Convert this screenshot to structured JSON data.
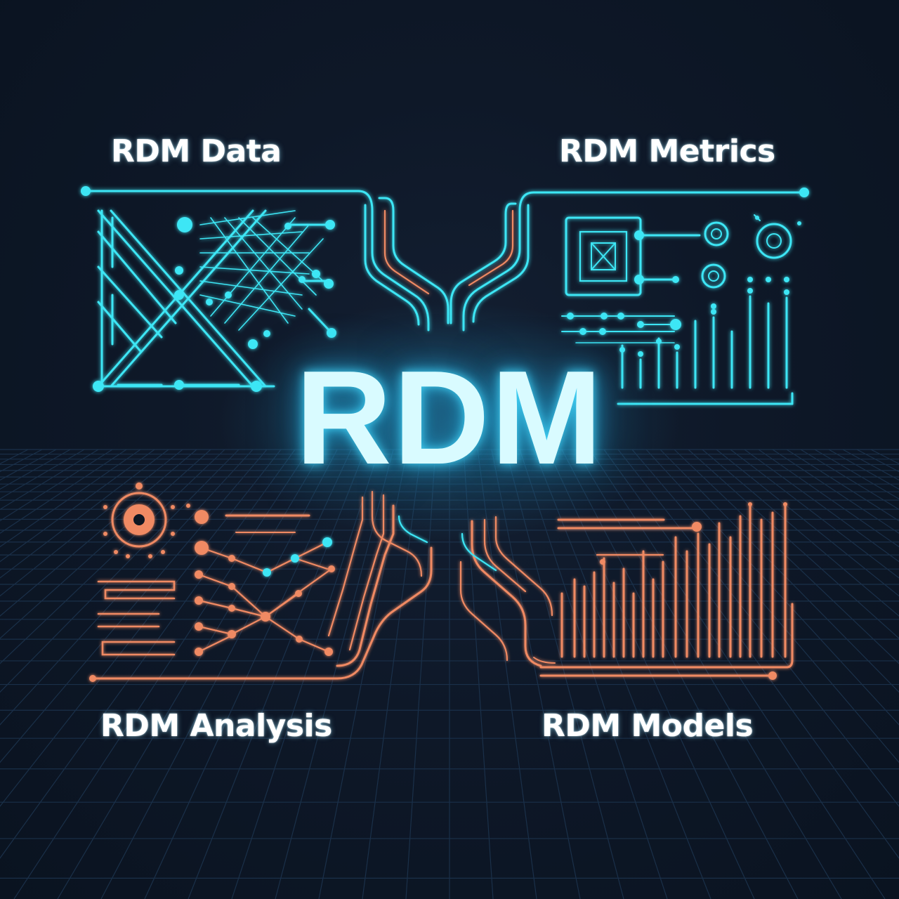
{
  "title": "RDM",
  "quadrants": {
    "top_left": {
      "label": "RDM Data",
      "icon": "network-mesh-icon"
    },
    "top_right": {
      "label": "RDM Metrics",
      "icon": "bar-meter-icon"
    },
    "bottom_left": {
      "label": "RDM Analysis",
      "icon": "node-graph-icon"
    },
    "bottom_right": {
      "label": "RDM Models",
      "icon": "spectrum-bars-icon"
    }
  },
  "colors": {
    "background": "#0c1624",
    "cyan": "#3ee6f5",
    "orange": "#f08a63",
    "grid": "#1d3550",
    "text": "#ffffff"
  }
}
